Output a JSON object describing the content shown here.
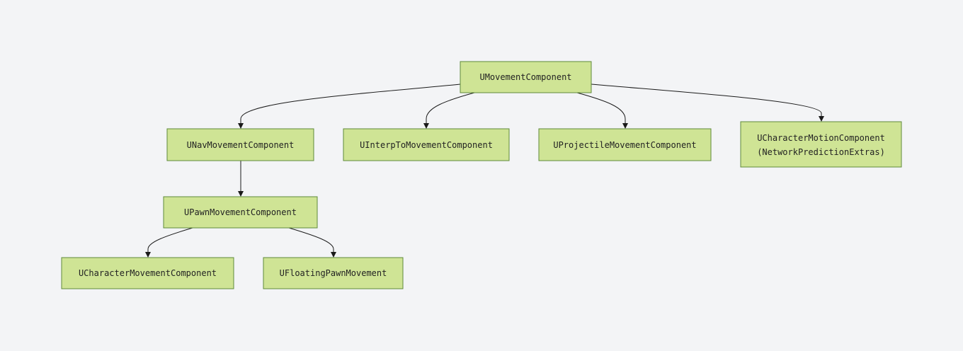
{
  "diagram": {
    "nodes": [
      {
        "id": "n1",
        "lines": [
          "UMovementComponent"
        ]
      },
      {
        "id": "n2",
        "lines": [
          "UNavMovementComponent"
        ]
      },
      {
        "id": "n3",
        "lines": [
          "UInterpToMovementComponent"
        ]
      },
      {
        "id": "n4",
        "lines": [
          "UProjectileMovementComponent"
        ]
      },
      {
        "id": "n5",
        "lines": [
          "UCharacterMotionComponent",
          "(NetworkPredictionExtras)"
        ]
      },
      {
        "id": "n6",
        "lines": [
          "UPawnMovementComponent"
        ]
      },
      {
        "id": "n7",
        "lines": [
          "UCharacterMovementComponent"
        ]
      },
      {
        "id": "n8",
        "lines": [
          "UFloatingPawnMovement"
        ]
      }
    ],
    "edges": [
      {
        "from": "n1",
        "to": "n2"
      },
      {
        "from": "n1",
        "to": "n3"
      },
      {
        "from": "n1",
        "to": "n4"
      },
      {
        "from": "n1",
        "to": "n5"
      },
      {
        "from": "n2",
        "to": "n6"
      },
      {
        "from": "n6",
        "to": "n7"
      },
      {
        "from": "n6",
        "to": "n8"
      }
    ]
  }
}
